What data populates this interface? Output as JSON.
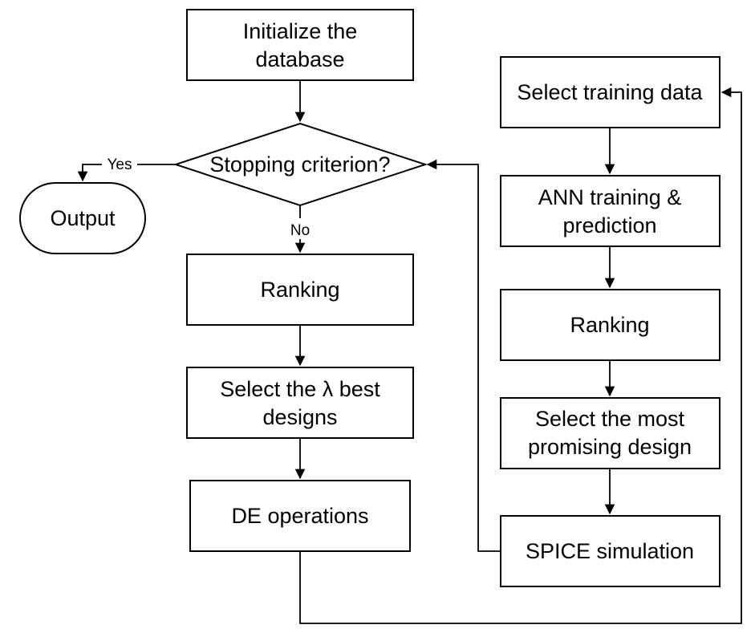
{
  "nodes": {
    "init": [
      "Initialize the",
      "database"
    ],
    "stop": "Stopping criterion?",
    "output": "Output",
    "rank_left": "Ranking",
    "select_best": [
      "Select the λ best",
      "designs"
    ],
    "de_ops": "DE operations",
    "select_train": "Select training data",
    "ann": [
      "ANN training &",
      "prediction"
    ],
    "rank_right": "Ranking",
    "promising": [
      "Select the most",
      "promising design"
    ],
    "spice": "SPICE simulation"
  },
  "edges": {
    "yes": "Yes",
    "no": "No"
  }
}
